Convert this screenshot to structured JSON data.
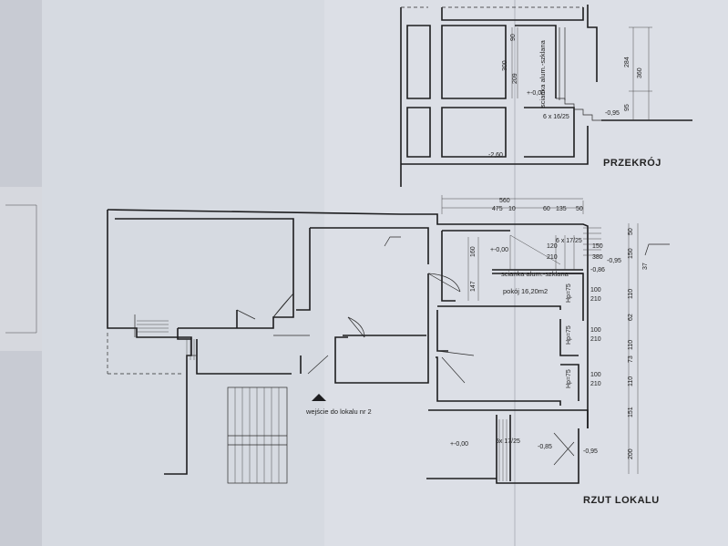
{
  "section": {
    "title": "PRZEKRÓJ",
    "dims": [
      "90",
      "300",
      "209",
      "284",
      "360",
      "95"
    ],
    "levels": [
      "+-0,00",
      "-0,95",
      "-2,60"
    ],
    "stairs": "6 x 16/25",
    "glass_wall": "scianka alum.-szklana"
  },
  "plan": {
    "title": "RZUT LOKALU",
    "entrance_label": "wejście do lokalu nr 2",
    "top_dims": [
      "560",
      "475",
      "10",
      "60",
      "135",
      "50"
    ],
    "right_dims": [
      "50",
      "150",
      "37",
      "110",
      "62",
      "110",
      "73",
      "110",
      "151",
      "200"
    ],
    "stair_top": "6 x 17/25",
    "stair_bottom": "5x 17/25",
    "room": "pokój 16,20m2",
    "glass_wall": "scianka alum.-szklana",
    "dims_left": [
      "160",
      "147"
    ],
    "opening_top": [
      "120",
      "210"
    ],
    "opening_right": [
      "150",
      "380"
    ],
    "doors": [
      {
        "tag": "Hp=75",
        "w": "100",
        "h": "210"
      },
      {
        "tag": "Hp=75",
        "w": "100",
        "h": "210"
      },
      {
        "tag": "Hp=75",
        "w": "100",
        "h": "210"
      }
    ],
    "levels": [
      "+-0,00",
      "-0,95",
      "-0,86",
      "+-0,00",
      "-0,85",
      "-0,95"
    ]
  }
}
